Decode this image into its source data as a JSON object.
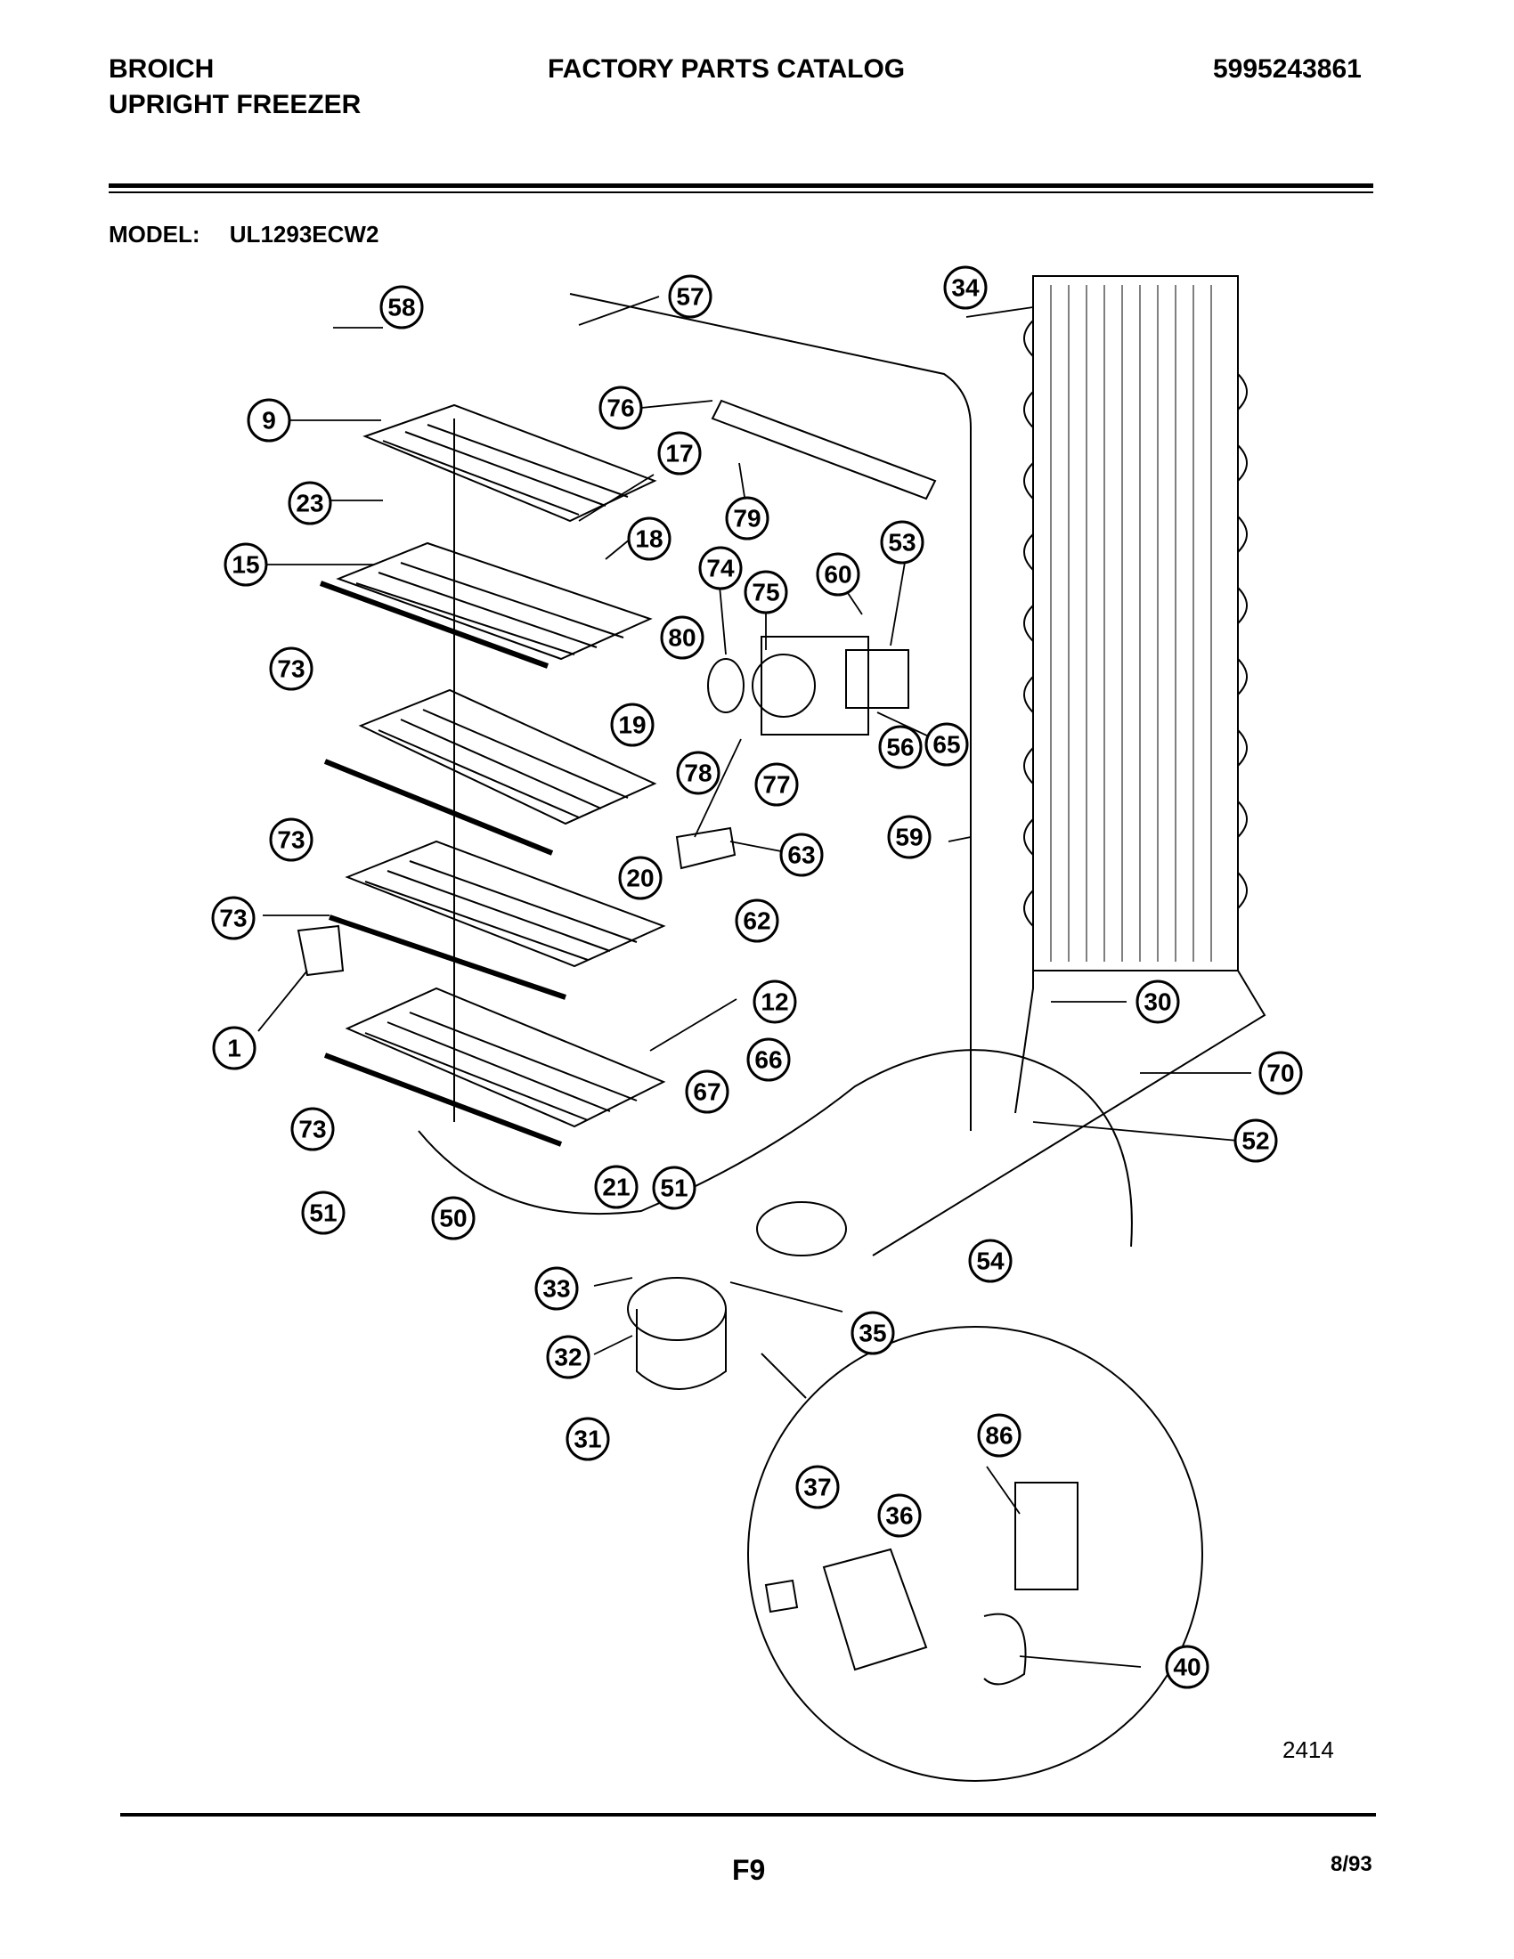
{
  "header": {
    "brand": "BROICH",
    "product": "UPRIGHT FREEZER",
    "catalog_title": "FACTORY PARTS CATALOG",
    "part_number": "5995243861"
  },
  "model": {
    "label": "MODEL:",
    "value": "UL1293ECW2"
  },
  "callouts": {
    "c1": "1",
    "c9": "9",
    "c12": "12",
    "c15": "15",
    "c17": "17",
    "c18": "18",
    "c19": "19",
    "c20": "20",
    "c21": "21",
    "c23": "23",
    "c30": "30",
    "c31": "31",
    "c32": "32",
    "c33": "33",
    "c34": "34",
    "c35": "35",
    "c36": "36",
    "c37": "37",
    "c40": "40",
    "c50": "50",
    "c51": "51",
    "c52": "52",
    "c53": "53",
    "c54": "54",
    "c56": "56",
    "c57": "57",
    "c58": "58",
    "c59": "59",
    "c60": "60",
    "c62": "62",
    "c63": "63",
    "c65": "65",
    "c66": "66",
    "c67": "67",
    "c70": "70",
    "c73": "73",
    "c74": "74",
    "c75": "75",
    "c76": "76",
    "c77": "77",
    "c78": "78",
    "c79": "79",
    "c80": "80",
    "c86": "86"
  },
  "footer": {
    "drawing_number": "2414",
    "page_number": "F9",
    "revision_date": "8/93"
  }
}
